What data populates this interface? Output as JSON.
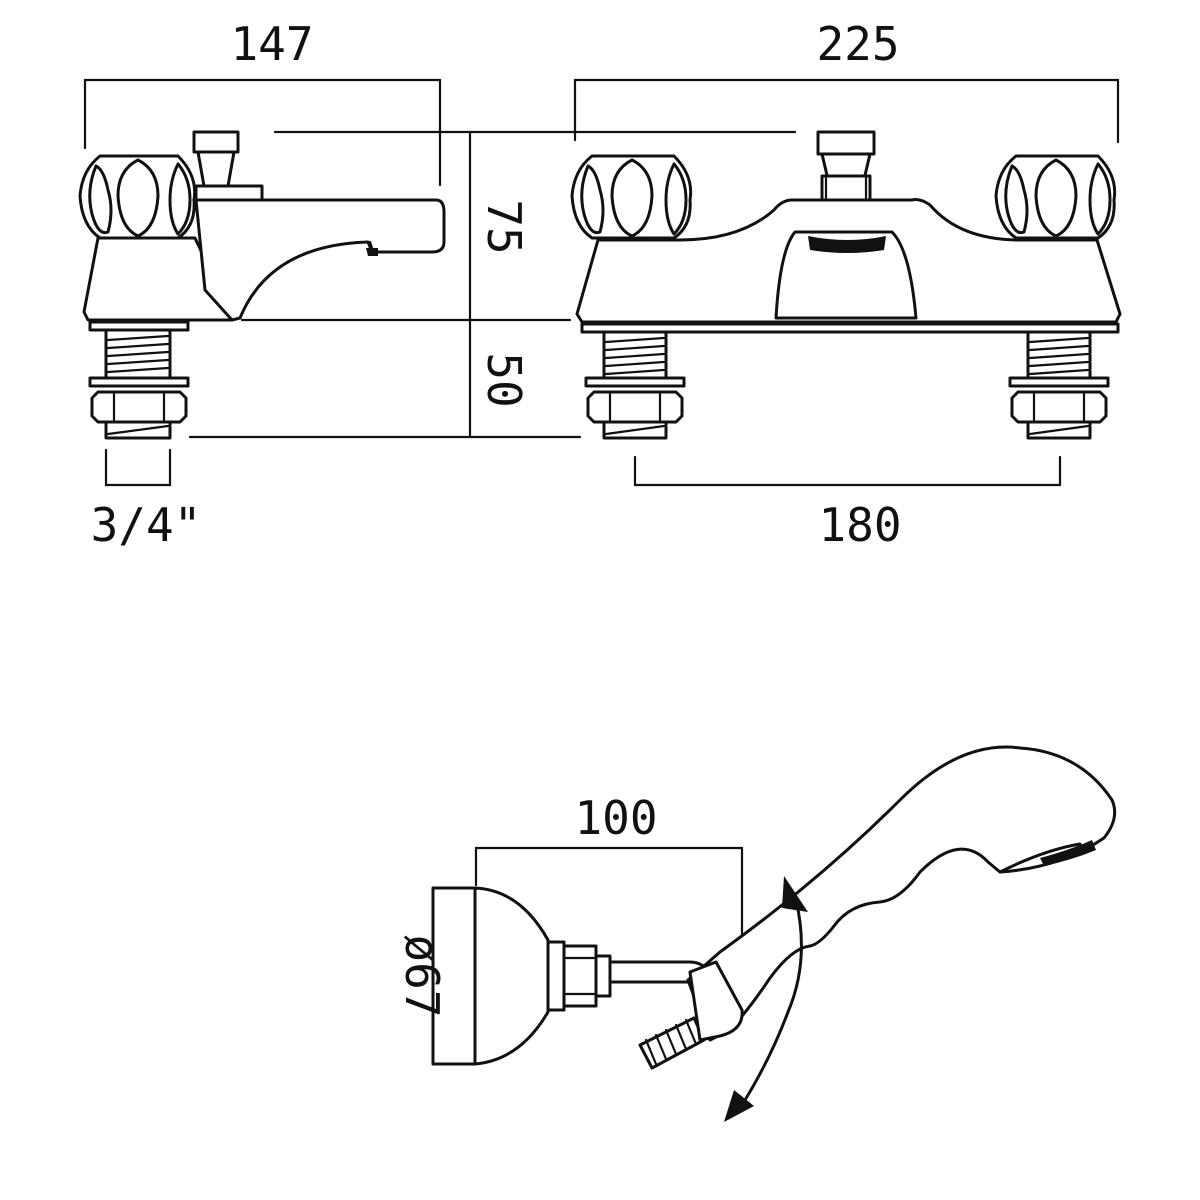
{
  "dimensions": {
    "depth": "147",
    "width": "225",
    "height_above_deck": "75",
    "tail_length": "50",
    "connection_size": "3/4\"",
    "centres": "180",
    "handset_projection": "100",
    "wall_bracket_diameter": "ø67"
  },
  "colors": {
    "line": "#111111",
    "background": "#ffffff"
  },
  "icons": [
    "swivel-arrow-icon"
  ]
}
